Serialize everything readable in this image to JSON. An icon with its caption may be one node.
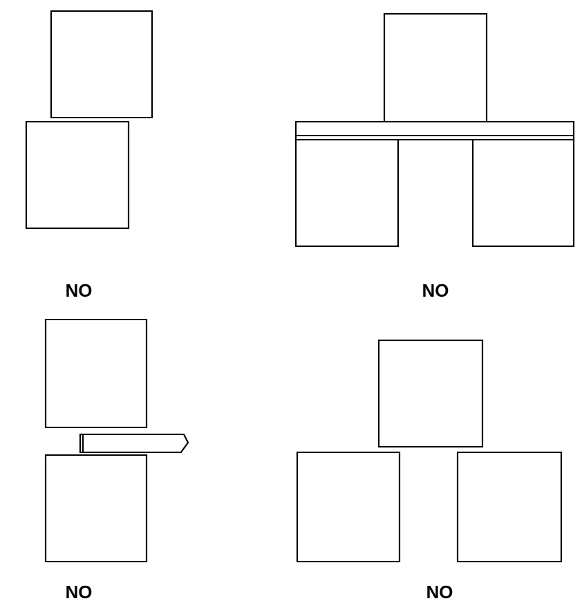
{
  "diagram": {
    "labels": [
      "NO",
      "NO",
      "NO",
      "NO"
    ]
  }
}
